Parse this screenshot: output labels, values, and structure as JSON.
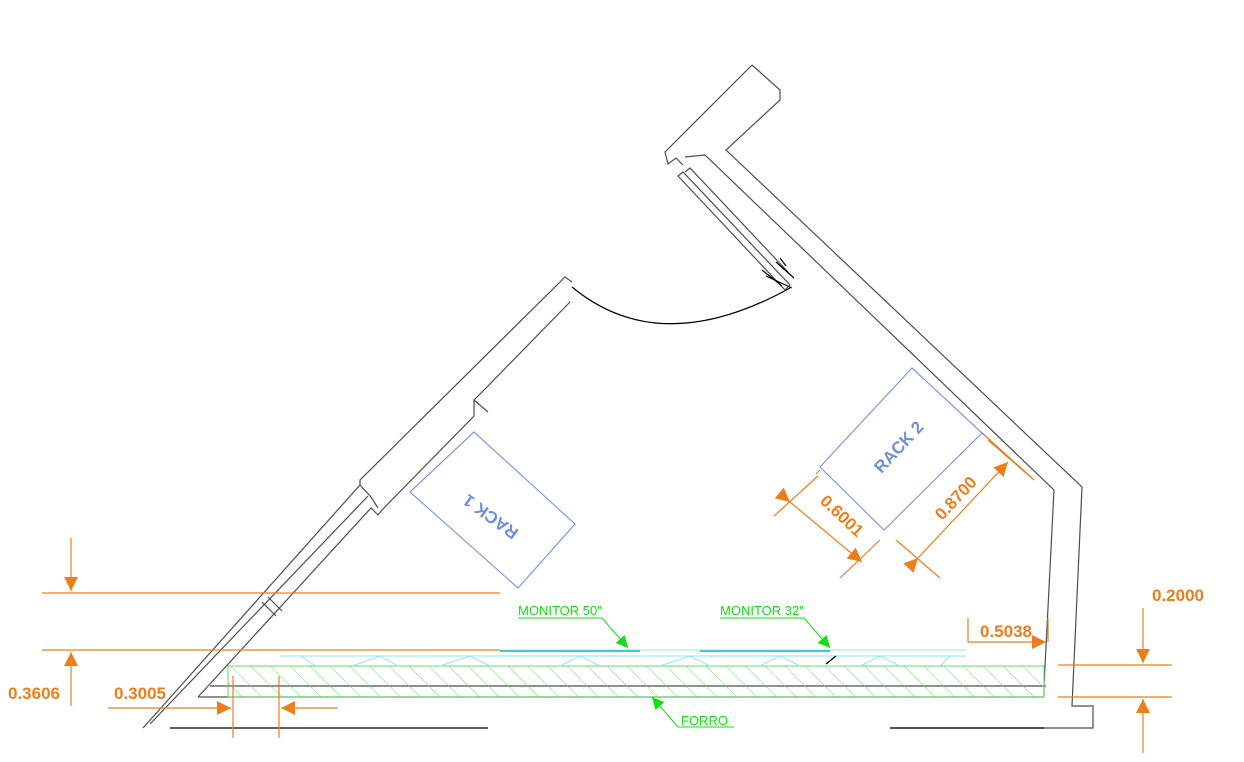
{
  "drawing": {
    "colors": {
      "wall": "#4d4d4d",
      "dimension": "#ee7d1c",
      "annotation": "#11e011",
      "rack": "#7e9be0",
      "monitor": "#8fe7f0",
      "ceiling_hatch": "#66dd66"
    },
    "racks": {
      "rack1": "RACK 1",
      "rack2": "RACK 2"
    },
    "annotations": {
      "monitor_50": "MONITOR 50\"",
      "monitor_32": "MONITOR 32\"",
      "forro": "FORRO"
    },
    "dimensions": {
      "rack2_depth": "0.6001",
      "rack2_width": "0.8700",
      "right_gap": "0.5038",
      "ceiling_height": "0.2000",
      "left_height": "0.3606",
      "left_gap": "0.3005"
    }
  }
}
